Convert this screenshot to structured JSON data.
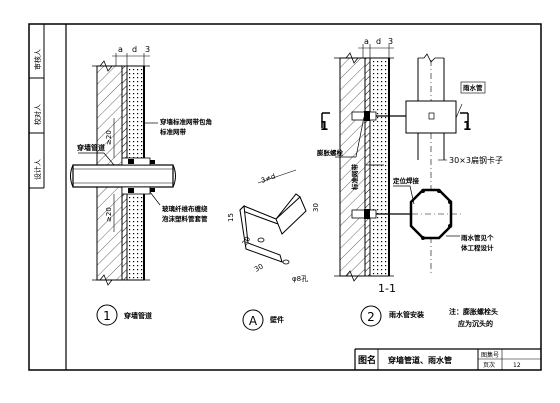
{
  "sidebar": {
    "checker": "审核人",
    "proofreader": "校对人",
    "designer": "设计人"
  },
  "detail1": {
    "dims_top": [
      "a",
      "d",
      "3"
    ],
    "dims_side": [
      "≥20",
      "≥20"
    ],
    "pipe_label": "穿墙管道",
    "callout_top": [
      "穿墙标准网带包角",
      "标准网带"
    ],
    "callout_bottom": [
      "玻璃纤维布缠绕",
      "泡沫塑料管套管"
    ],
    "circle_no": "1",
    "caption": "穿墙管道"
  },
  "detailA": {
    "dims": [
      "3≠d",
      "15",
      "30",
      "30",
      "φ8孔"
    ],
    "circle_no": "A",
    "caption": "壁件"
  },
  "detail2": {
    "dims_top": [
      "a",
      "d",
      "3"
    ],
    "section_mark": "1",
    "anchor_label": "膨胀螺栓",
    "mesh_label": "标准网带",
    "weld_label": "定位焊接",
    "downpipe_label": "雨水管",
    "spec_label": "30×3扁钢卡子",
    "downpipe_note": [
      "雨水管见个",
      "体工程设计"
    ],
    "section_caption": "1-1",
    "circle_no": "2",
    "caption": "雨水管安装"
  },
  "note": {
    "line1": "注：膨胀螺栓头",
    "line2": "应为沉头的"
  },
  "title_block": {
    "label": "图名",
    "title": "穿墙管道、雨水管",
    "atlas_label": "图集号",
    "page_label": "页次",
    "page_no": "12"
  }
}
